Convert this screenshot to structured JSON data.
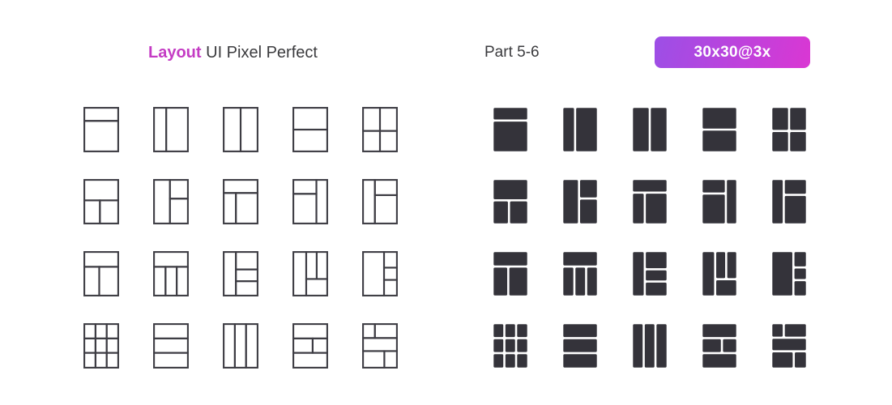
{
  "header": {
    "title_accent": "Layout",
    "title_rest": " UI Pixel Perfect",
    "part_label": "Part 5-6",
    "badge_label": "30x30@3x"
  },
  "colors": {
    "background": "#FFFFFF",
    "text": "#3B3B3E",
    "accent": "#C43CC4",
    "ink": "#34333A",
    "stroke": "#3D3C43",
    "badge_gradient_start": "#9C4FE6",
    "badge_gradient_end": "#DA37D3"
  },
  "icon_grid": {
    "styles": [
      "outline",
      "solid"
    ],
    "icons": [
      {
        "name": "top-bar",
        "cells": [
          [
            0,
            0,
            100,
            30
          ],
          [
            0,
            30,
            100,
            70
          ]
        ]
      },
      {
        "name": "left-sidebar",
        "cells": [
          [
            0,
            0,
            36,
            100
          ],
          [
            36,
            0,
            64,
            100
          ]
        ]
      },
      {
        "name": "two-columns",
        "cells": [
          [
            0,
            0,
            50,
            100
          ],
          [
            50,
            0,
            50,
            100
          ]
        ]
      },
      {
        "name": "two-rows",
        "cells": [
          [
            0,
            0,
            100,
            50
          ],
          [
            0,
            50,
            100,
            50
          ]
        ]
      },
      {
        "name": "four-grid",
        "cells": [
          [
            0,
            0,
            50,
            53
          ],
          [
            50,
            0,
            50,
            53
          ],
          [
            0,
            53,
            50,
            47
          ],
          [
            50,
            53,
            50,
            47
          ]
        ]
      },
      {
        "name": "top-bar-split-bottom",
        "cells": [
          [
            0,
            0,
            100,
            47
          ],
          [
            0,
            47,
            46,
            53
          ],
          [
            46,
            47,
            54,
            53
          ]
        ]
      },
      {
        "name": "left-column-right-split",
        "cells": [
          [
            0,
            0,
            47,
            100
          ],
          [
            47,
            0,
            53,
            43
          ],
          [
            47,
            43,
            53,
            57
          ]
        ]
      },
      {
        "name": "top-bar-left-sidebar",
        "cells": [
          [
            0,
            0,
            100,
            30
          ],
          [
            0,
            30,
            36,
            70
          ],
          [
            36,
            30,
            64,
            70
          ]
        ]
      },
      {
        "name": "right-sidebar-left-split",
        "cells": [
          [
            0,
            0,
            68,
            32
          ],
          [
            0,
            32,
            68,
            68
          ],
          [
            68,
            0,
            32,
            100
          ]
        ]
      },
      {
        "name": "left-sidebar-right-split",
        "cells": [
          [
            0,
            0,
            35,
            100
          ],
          [
            35,
            0,
            65,
            35
          ],
          [
            35,
            35,
            65,
            65
          ]
        ]
      },
      {
        "name": "top-bar-two-columns",
        "cells": [
          [
            0,
            0,
            100,
            34
          ],
          [
            0,
            34,
            44,
            66
          ],
          [
            44,
            34,
            56,
            66
          ]
        ]
      },
      {
        "name": "top-bar-three-columns",
        "cells": [
          [
            0,
            0,
            100,
            34
          ],
          [
            0,
            34,
            34,
            66
          ],
          [
            34,
            34,
            33,
            66
          ],
          [
            67,
            34,
            33,
            66
          ]
        ]
      },
      {
        "name": "left-sidebar-three-rows",
        "cells": [
          [
            0,
            0,
            36,
            100
          ],
          [
            36,
            0,
            64,
            40
          ],
          [
            36,
            40,
            64,
            27
          ],
          [
            36,
            67,
            64,
            33
          ]
        ]
      },
      {
        "name": "left-sidebar-columns-footer",
        "cells": [
          [
            0,
            0,
            38,
            100
          ],
          [
            38,
            0,
            31,
            62
          ],
          [
            69,
            0,
            31,
            62
          ],
          [
            38,
            62,
            62,
            38
          ]
        ]
      },
      {
        "name": "right-sidebar-three-rows",
        "cells": [
          [
            0,
            0,
            62,
            100
          ],
          [
            62,
            0,
            38,
            36
          ],
          [
            62,
            36,
            38,
            28
          ],
          [
            62,
            64,
            38,
            36
          ]
        ]
      },
      {
        "name": "grid-3x3",
        "cells": [
          [
            0,
            0,
            33,
            33
          ],
          [
            33,
            0,
            33,
            33
          ],
          [
            66,
            0,
            34,
            33
          ],
          [
            0,
            33,
            33,
            33
          ],
          [
            33,
            33,
            33,
            33
          ],
          [
            66,
            33,
            34,
            33
          ],
          [
            0,
            66,
            33,
            34
          ],
          [
            33,
            66,
            33,
            34
          ],
          [
            66,
            66,
            34,
            34
          ]
        ]
      },
      {
        "name": "three-rows",
        "cells": [
          [
            0,
            0,
            100,
            33
          ],
          [
            0,
            33,
            100,
            33
          ],
          [
            0,
            66,
            100,
            34
          ]
        ]
      },
      {
        "name": "three-columns",
        "cells": [
          [
            0,
            0,
            33,
            100
          ],
          [
            33,
            0,
            33,
            100
          ],
          [
            66,
            0,
            34,
            100
          ]
        ]
      },
      {
        "name": "rows-middle-split",
        "cells": [
          [
            0,
            0,
            100,
            33
          ],
          [
            0,
            33,
            57,
            33
          ],
          [
            57,
            33,
            43,
            33
          ],
          [
            0,
            66,
            100,
            34
          ]
        ]
      },
      {
        "name": "mosaic-rows",
        "cells": [
          [
            0,
            0,
            35,
            32
          ],
          [
            35,
            0,
            65,
            32
          ],
          [
            0,
            32,
            100,
            30
          ],
          [
            0,
            62,
            63,
            38
          ],
          [
            63,
            62,
            37,
            38
          ]
        ]
      }
    ]
  }
}
